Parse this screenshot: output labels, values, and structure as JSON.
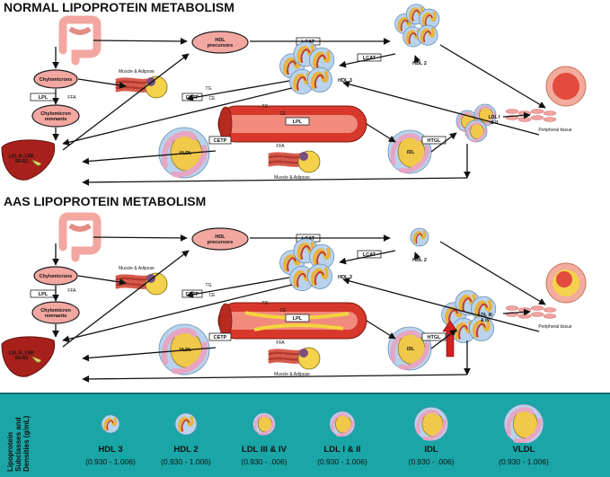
{
  "normal": {
    "title": "NORMAL LIPOPROTEIN METABOLISM",
    "hdl_precursors": "HDL\nprecursors",
    "chylomicrons": "Chylomicrons",
    "chylomicron_remnants": "Chylomicron\nremnants",
    "liver": "LDL-R, LRP,\nSR B1",
    "lpl1": "LPL",
    "ffa1": "FFA",
    "muscle_adipose1": "Muscle & Adipose",
    "cetp1": "CETP",
    "tg1": "TG",
    "ce1": "CE",
    "lcat1": "LCAT",
    "lcat2": "LCAT",
    "hdl2": "HDL 2",
    "hdl3": "HDL 3",
    "tg2": "TG",
    "ce2": "CE",
    "lpl2": "LPL",
    "ffa2": "FFA",
    "muscle_adipose2": "Muscle & Adipose",
    "cetp2": "CETP",
    "vldl": "VLDL",
    "idl": "IDL",
    "htgl": "HTGL",
    "ldl": "LDL I\n& II",
    "peripheral": "Peripheral tissue"
  },
  "aas": {
    "title": "AAS LIPOPROTEIN METABOLISM",
    "hdl_precursors": "HDL\nprecursors",
    "chylomicrons": "Chylomicrons",
    "chylomicron_remnants": "Chylomicron\nremnants",
    "liver": "LDL-R, LRP,\nSR B1",
    "lpl1": "LPL",
    "ffa1": "FFA",
    "muscle_adipose1": "Muscle & Adipose",
    "cetp1": "CETP",
    "tg1": "TG",
    "ce1": "CE",
    "lcat1": "LCAT",
    "lcat2": "LCAT",
    "hdl2": "HDL 2",
    "hdl3": "HDL 3",
    "tg2": "TG",
    "ce2": "CE",
    "lpl2": "LPL",
    "ffa2": "FFA",
    "muscle_adipose2": "Muscle & Adipose",
    "cetp2": "CETP",
    "vldl": "VLDL",
    "idl": "IDL",
    "htgl": "HTGL",
    "ldl": "LDL III\n& IV",
    "peripheral": "Peripheral tissue"
  },
  "legend": {
    "title": "Lipoprotein\nSubclasses and\nDensities (g/mL)",
    "items": [
      {
        "name": "HDL 3",
        "density": "(0.930 - 1.006)"
      },
      {
        "name": "HDL 2",
        "density": "(0.930 - 1.006)"
      },
      {
        "name": "LDL III & IV",
        "density": "(0.930 - .006)"
      },
      {
        "name": "LDL I & II",
        "density": "(0.930 - 1.006)"
      },
      {
        "name": "IDL",
        "density": "(0.930 - .006)"
      },
      {
        "name": "VLDL",
        "density": "(0.930 - 1.006)"
      }
    ]
  },
  "colors": {
    "organ": "#f2a7a0",
    "liver": "#a8201c",
    "vessel": "#d8382c",
    "muscle": "#c94b3c",
    "fat": "#f4d24c",
    "particle_shell": "#b9d3ec",
    "particle_core": "#f0c84a",
    "legend_bg": "#1aa6a6",
    "increase_arrow": "#d42020"
  }
}
